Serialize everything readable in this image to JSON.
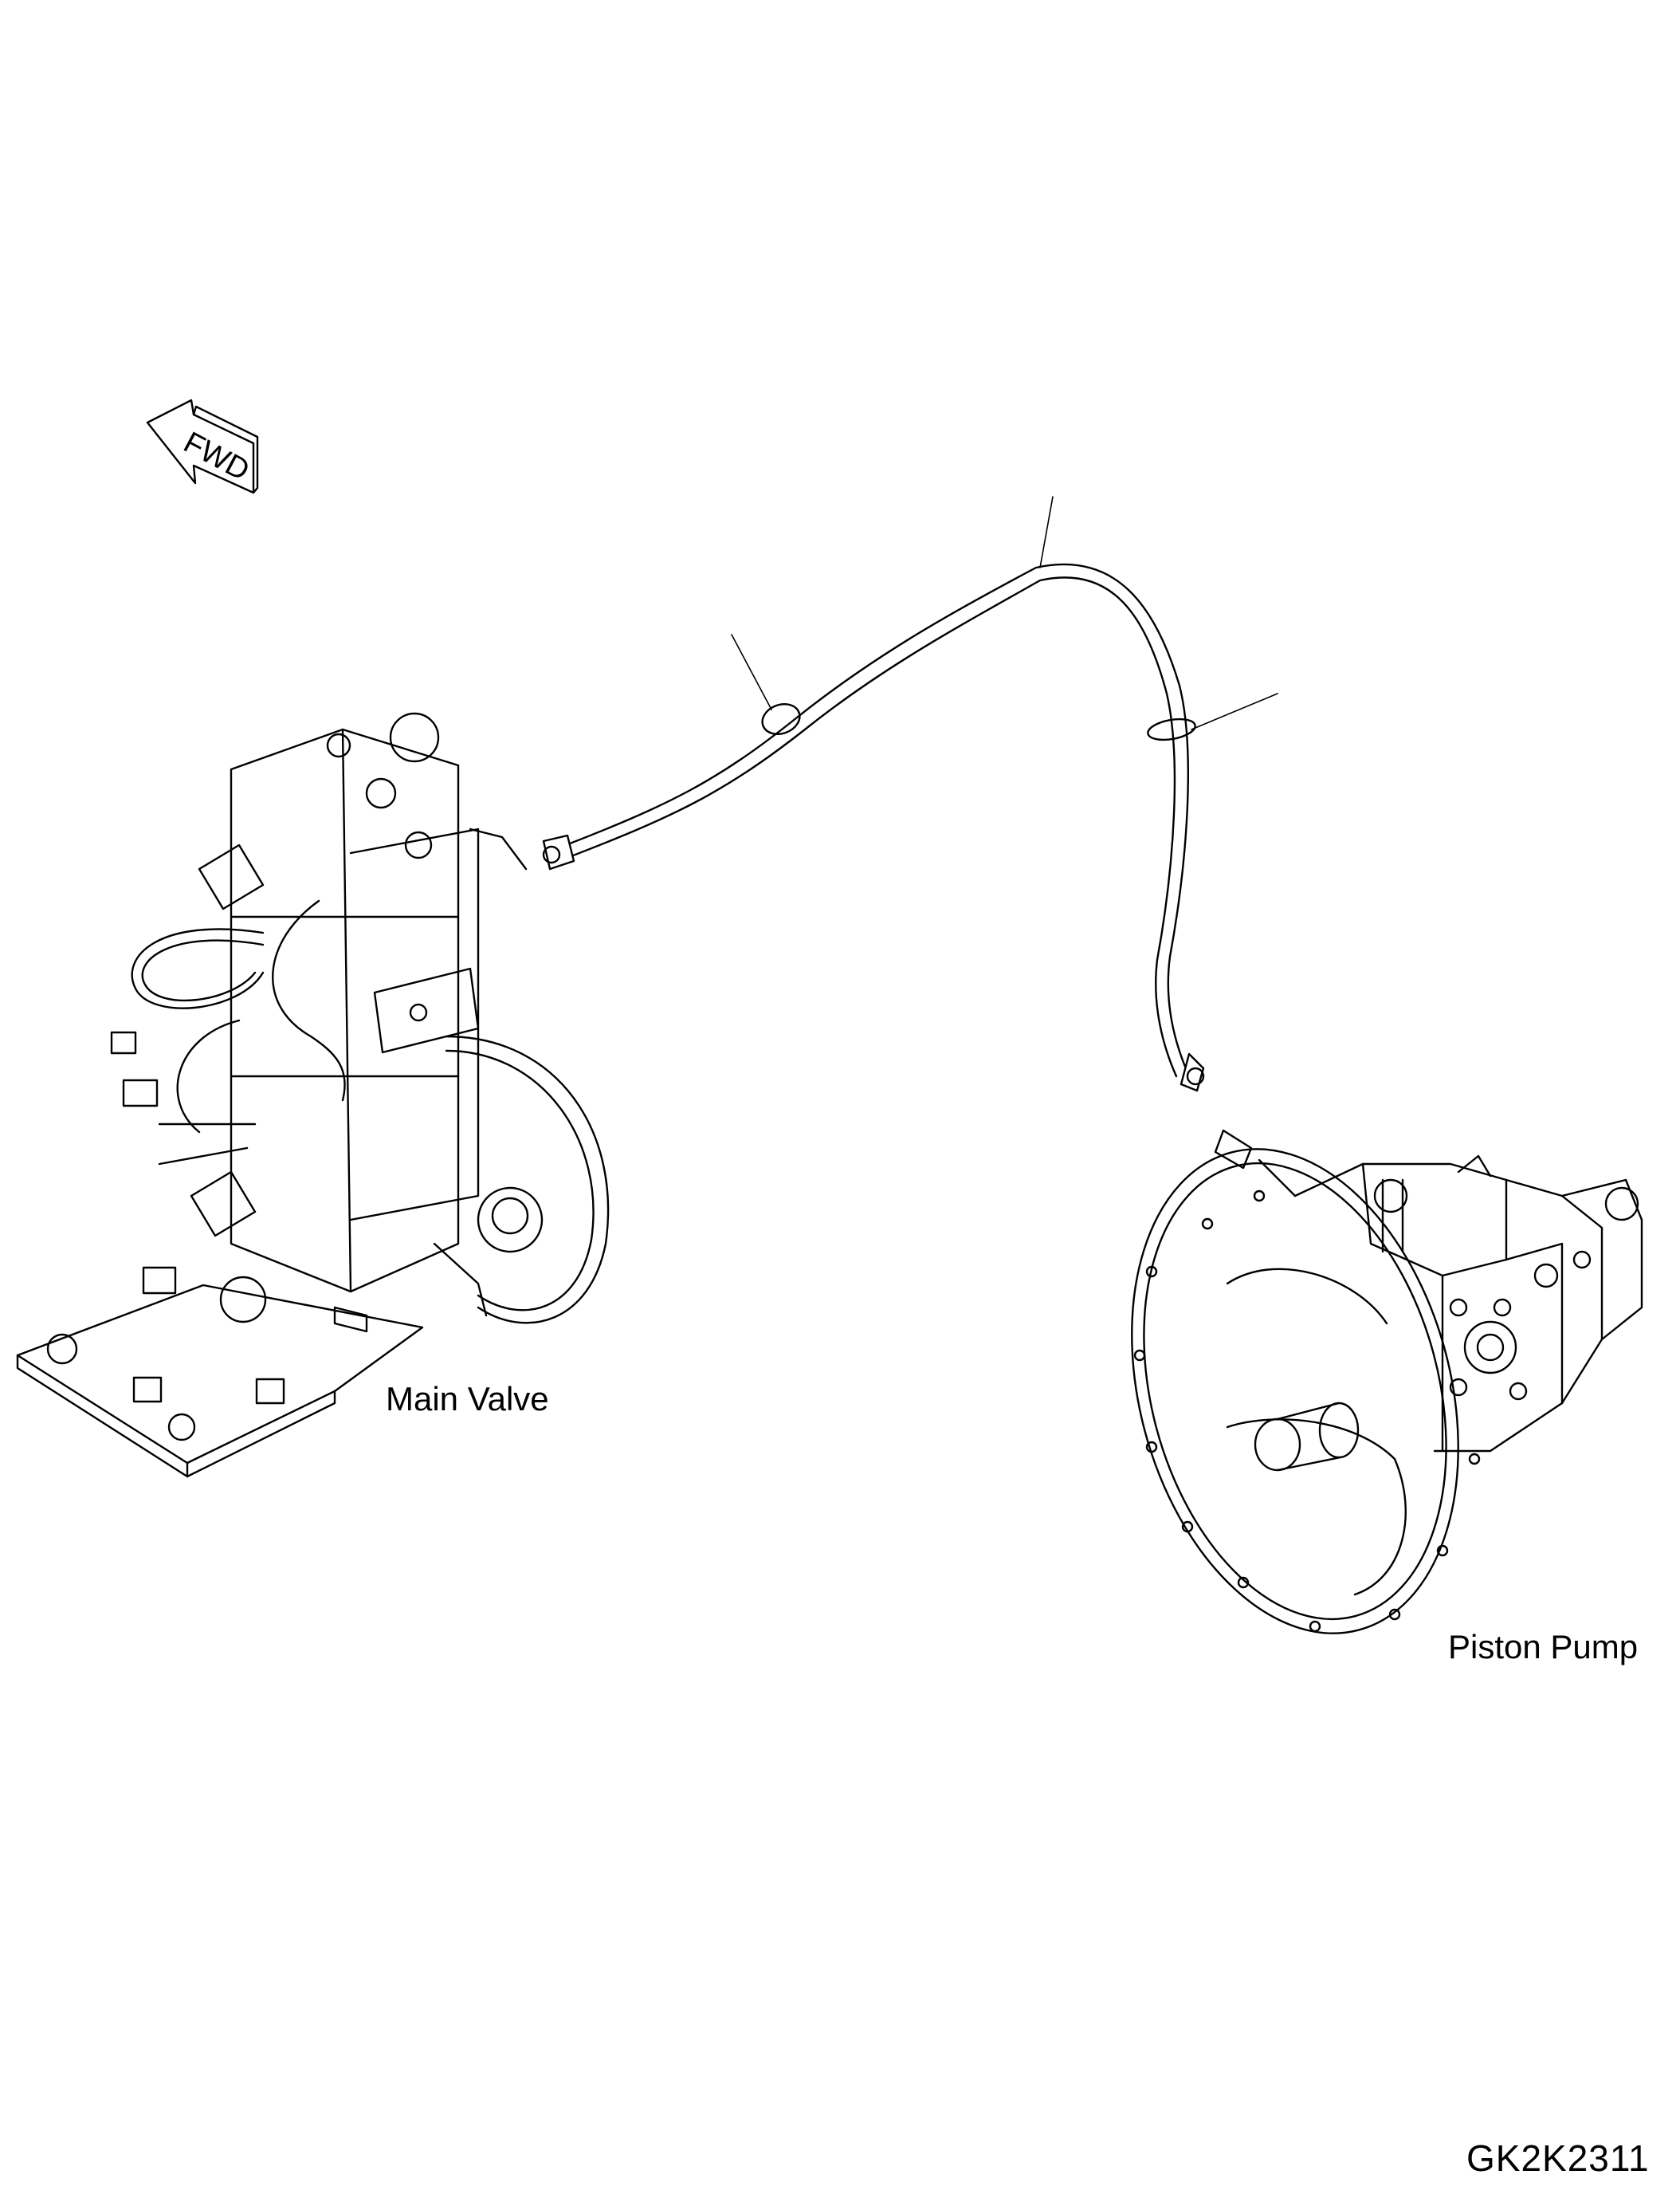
{
  "labels": {
    "main_valve": "Main Valve",
    "piston_pump": "Piston Pump",
    "fwd": "FWD",
    "drawing_number": "GK2K2311"
  },
  "icons": [
    "fwd-arrow-icon"
  ],
  "colors": {
    "line": "#000000",
    "background": "#ffffff"
  }
}
